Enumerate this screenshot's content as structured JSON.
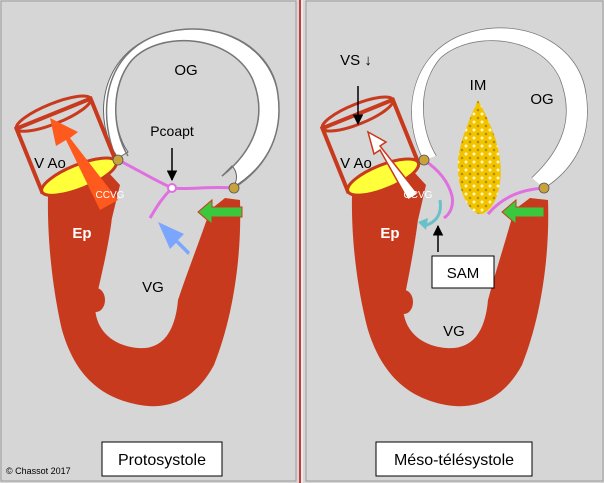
{
  "colors": {
    "background": "#d6d6d6",
    "muscle": "#c83a1e",
    "atrium_fill": "#ffffff",
    "chamber_fill": "#cfcfcf",
    "mitral_leaflet": "#e070e0",
    "annulus": "#c8a23a",
    "valve_yellow": "#ffff3a",
    "flow_arrow": "#ff5a1e",
    "inflow_arrow": "#7aa6ff",
    "green_arrow": "#3cc83c",
    "im_jet": "#f2c400",
    "divider": "#c83a3a"
  },
  "left_panel": {
    "atrium_label": "OG",
    "aorta_label": "V Ao",
    "coaptation_label": "Pcoapt",
    "ccvg_label": "CCVG",
    "septum_label": "Ep",
    "ventricle_label": "VG",
    "phase_label": "Protosystole"
  },
  "right_panel": {
    "vs_label": "VS ↓",
    "im_label": "IM",
    "atrium_label": "OG",
    "aorta_label": "V Ao",
    "ccvg_label": "CCVG",
    "septum_label": "Ep",
    "sam_label": "SAM",
    "ventricle_label": "VG",
    "phase_label": "Méso-télésystole"
  },
  "copyright": "© Chassot  2017"
}
